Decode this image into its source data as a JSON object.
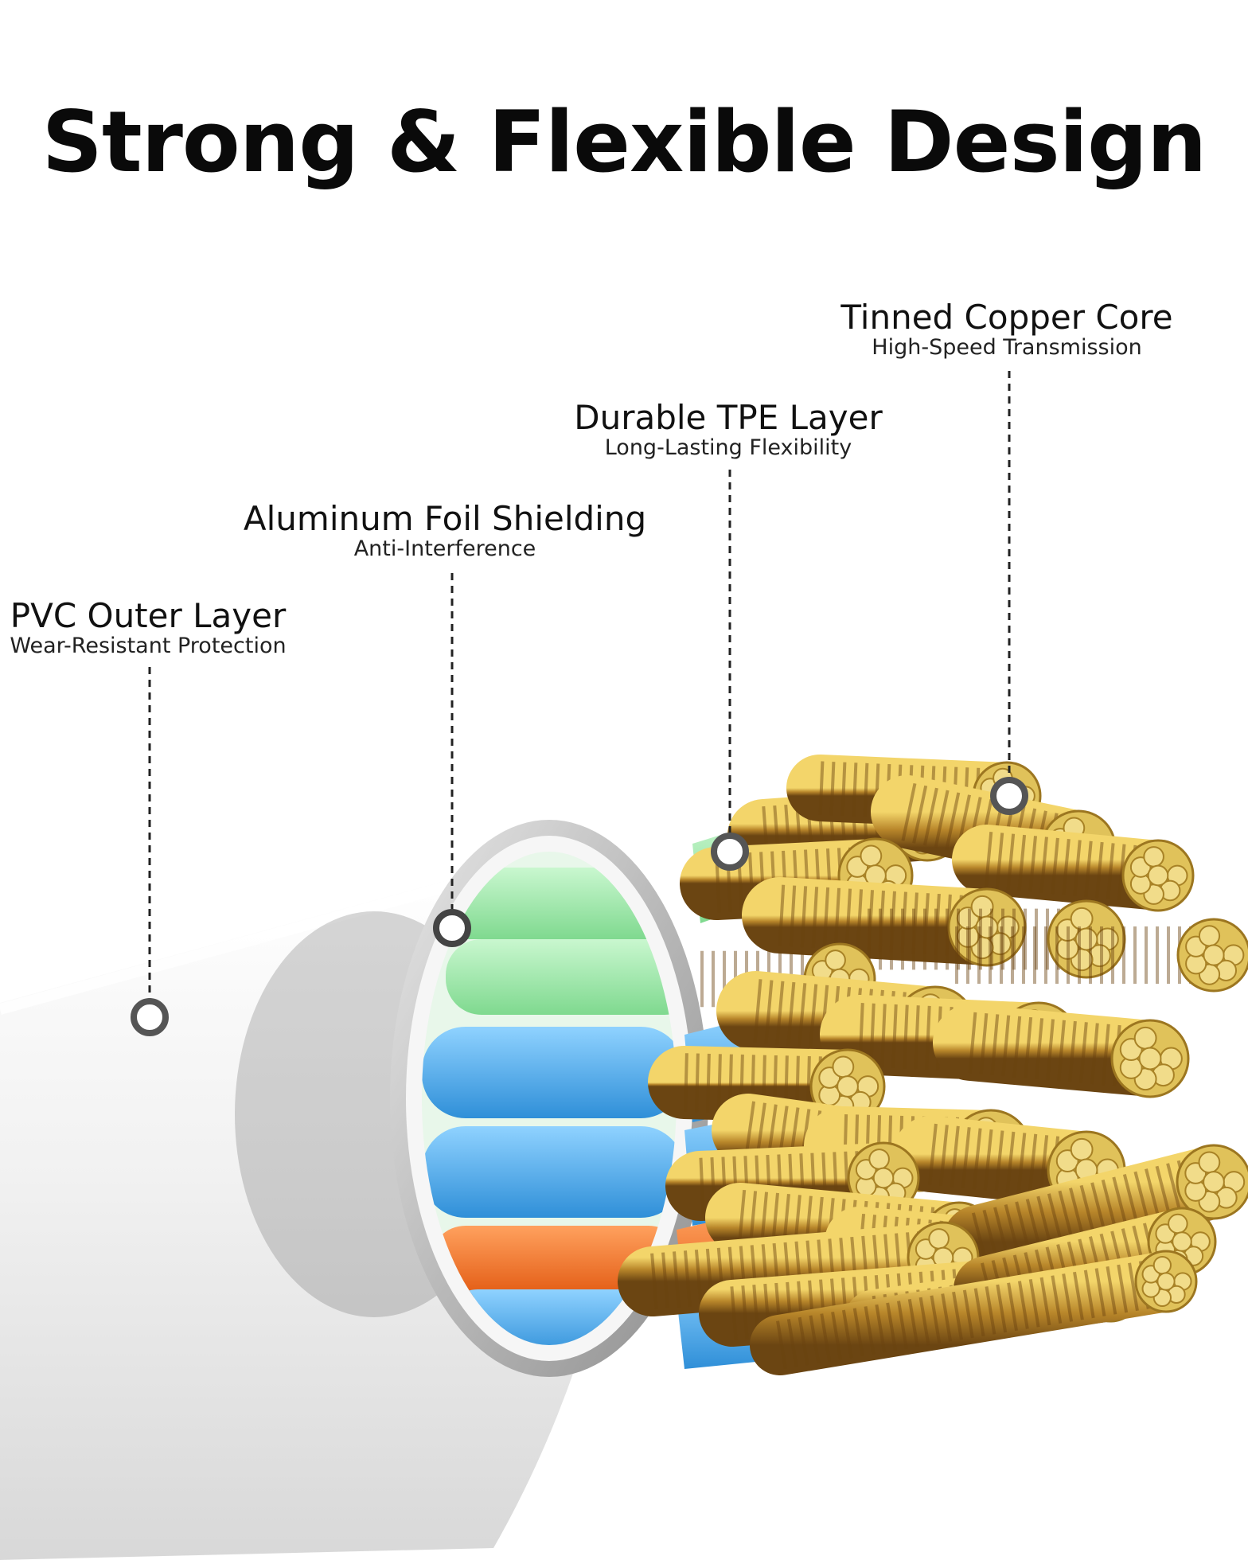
{
  "title": "Strong & Flexible Design",
  "callouts": [
    {
      "id": "pvc",
      "main": "PVC Outer Layer",
      "sub": "Wear-Resistant Protection"
    },
    {
      "id": "foil",
      "main": "Aluminum Foil Shielding",
      "sub": "Anti-Interference"
    },
    {
      "id": "tpe",
      "main": "Durable TPE Layer",
      "sub": "Long-Lasting Flexibility"
    },
    {
      "id": "core",
      "main": "Tinned Copper Core",
      "sub": "High-Speed Transmission"
    }
  ],
  "colors": {
    "outer_jacket": "#f2f2f2",
    "foil": "#c9c9c9",
    "tpe_green": "#9de8a8",
    "tpe_blue": "#4fb0ee",
    "tpe_orange": "#f2772c",
    "copper": "#c89a2c",
    "copper_face": "#e0c25a"
  }
}
